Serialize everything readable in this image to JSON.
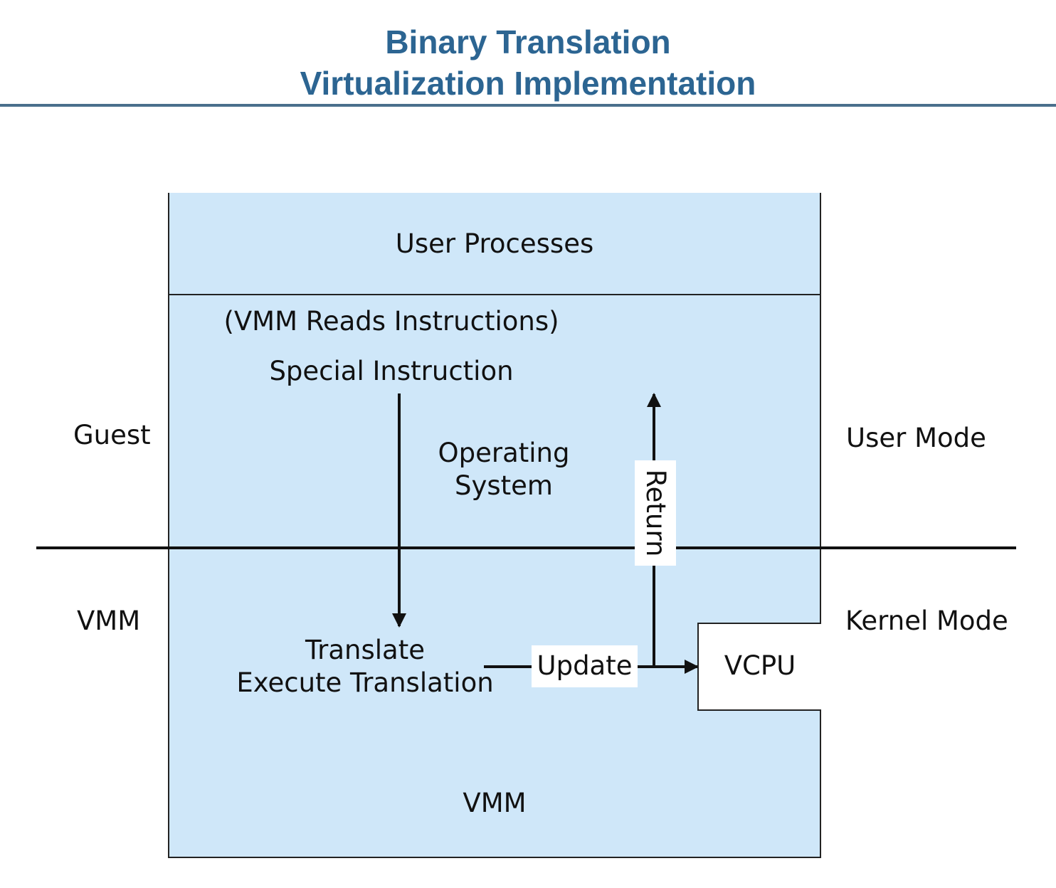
{
  "title": {
    "line1": "Binary Translation",
    "line2": "Virtualization Implementation"
  },
  "diagram": {
    "user_processes": "User Processes",
    "vmm_reads": "(VMM Reads Instructions)",
    "special_instruction": "Special Instruction",
    "operating_system_line1": "Operating",
    "operating_system_line2": "System",
    "translate_line1": "Translate",
    "translate_line2": "Execute Translation",
    "update": "Update",
    "return": "Return",
    "vcpu": "VCPU",
    "vmm_bottom": "VMM",
    "left_guest": "Guest",
    "left_vmm": "VMM",
    "right_user_mode": "User Mode",
    "right_kernel_mode": "Kernel Mode"
  },
  "colors": {
    "title": "#2c6592",
    "box_fill": "#cfe7f9",
    "lines": "#111111"
  }
}
